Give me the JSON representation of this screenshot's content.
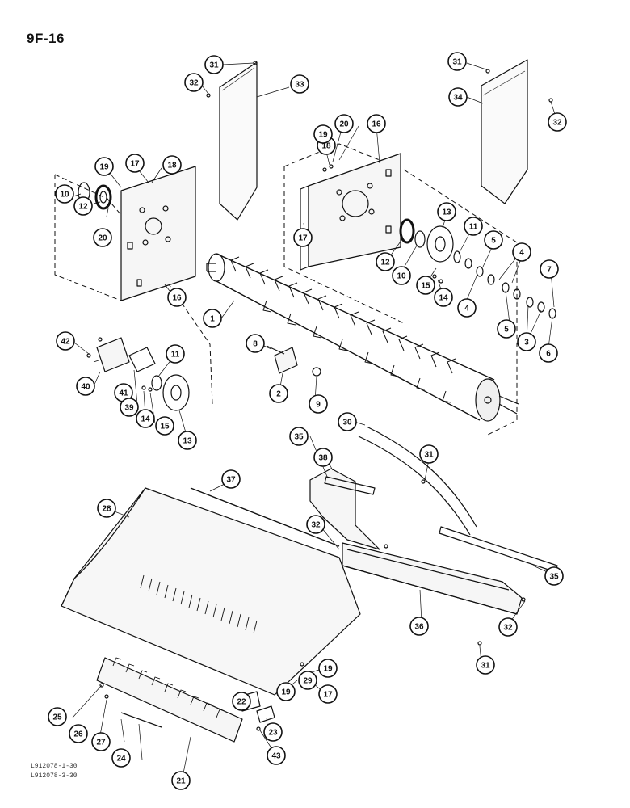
{
  "page_title": "9F-16",
  "references": [
    "L912078-1-30",
    "L912078-3-30"
  ],
  "callouts": [
    {
      "id": "c31a",
      "label": "31"
    },
    {
      "id": "c32a",
      "label": "32"
    },
    {
      "id": "c33",
      "label": "33"
    },
    {
      "id": "c31b",
      "label": "31"
    },
    {
      "id": "c34",
      "label": "34"
    },
    {
      "id": "c32b",
      "label": "32"
    },
    {
      "id": "c19a",
      "label": "19"
    },
    {
      "id": "c17a",
      "label": "17"
    },
    {
      "id": "c18a",
      "label": "18"
    },
    {
      "id": "c10a",
      "label": "10"
    },
    {
      "id": "c12a",
      "label": "12"
    },
    {
      "id": "c20a",
      "label": "20"
    },
    {
      "id": "c16a",
      "label": "16"
    },
    {
      "id": "c18b",
      "label": "18"
    },
    {
      "id": "c19b",
      "label": "19"
    },
    {
      "id": "c20b",
      "label": "20"
    },
    {
      "id": "c16b",
      "label": "16"
    },
    {
      "id": "c17b",
      "label": "17"
    },
    {
      "id": "c13a",
      "label": "13"
    },
    {
      "id": "c11a",
      "label": "11"
    },
    {
      "id": "c5a",
      "label": "5"
    },
    {
      "id": "c12b",
      "label": "12"
    },
    {
      "id": "c10b",
      "label": "10"
    },
    {
      "id": "c15a",
      "label": "15"
    },
    {
      "id": "c14a",
      "label": "14"
    },
    {
      "id": "c4a",
      "label": "4"
    },
    {
      "id": "c4b",
      "label": "4"
    },
    {
      "id": "c7",
      "label": "7"
    },
    {
      "id": "c5b",
      "label": "5"
    },
    {
      "id": "c3",
      "label": "3"
    },
    {
      "id": "c6",
      "label": "6"
    },
    {
      "id": "c1",
      "label": "1"
    },
    {
      "id": "c8",
      "label": "8"
    },
    {
      "id": "c2",
      "label": "2"
    },
    {
      "id": "c9",
      "label": "9"
    },
    {
      "id": "c42",
      "label": "42"
    },
    {
      "id": "c40",
      "label": "40"
    },
    {
      "id": "c41",
      "label": "41"
    },
    {
      "id": "c39",
      "label": "39"
    },
    {
      "id": "c11b",
      "label": "11"
    },
    {
      "id": "c14b",
      "label": "14"
    },
    {
      "id": "c15b",
      "label": "15"
    },
    {
      "id": "c13b",
      "label": "13"
    },
    {
      "id": "c30",
      "label": "30"
    },
    {
      "id": "c35a",
      "label": "35"
    },
    {
      "id": "c31c",
      "label": "31"
    },
    {
      "id": "c38",
      "label": "38"
    },
    {
      "id": "c37",
      "label": "37"
    },
    {
      "id": "c28",
      "label": "28"
    },
    {
      "id": "c32c",
      "label": "32"
    },
    {
      "id": "c35b",
      "label": "35"
    },
    {
      "id": "c32d",
      "label": "32"
    },
    {
      "id": "c36",
      "label": "36"
    },
    {
      "id": "c31d",
      "label": "31"
    },
    {
      "id": "c19c",
      "label": "19"
    },
    {
      "id": "c29",
      "label": "29"
    },
    {
      "id": "c17c",
      "label": "17"
    },
    {
      "id": "c19d",
      "label": "19"
    },
    {
      "id": "c22",
      "label": "22"
    },
    {
      "id": "c23",
      "label": "23"
    },
    {
      "id": "c25",
      "label": "25"
    },
    {
      "id": "c26",
      "label": "26"
    },
    {
      "id": "c27",
      "label": "27"
    },
    {
      "id": "c24",
      "label": "24"
    },
    {
      "id": "c21",
      "label": "21"
    },
    {
      "id": "c43",
      "label": "43"
    }
  ]
}
